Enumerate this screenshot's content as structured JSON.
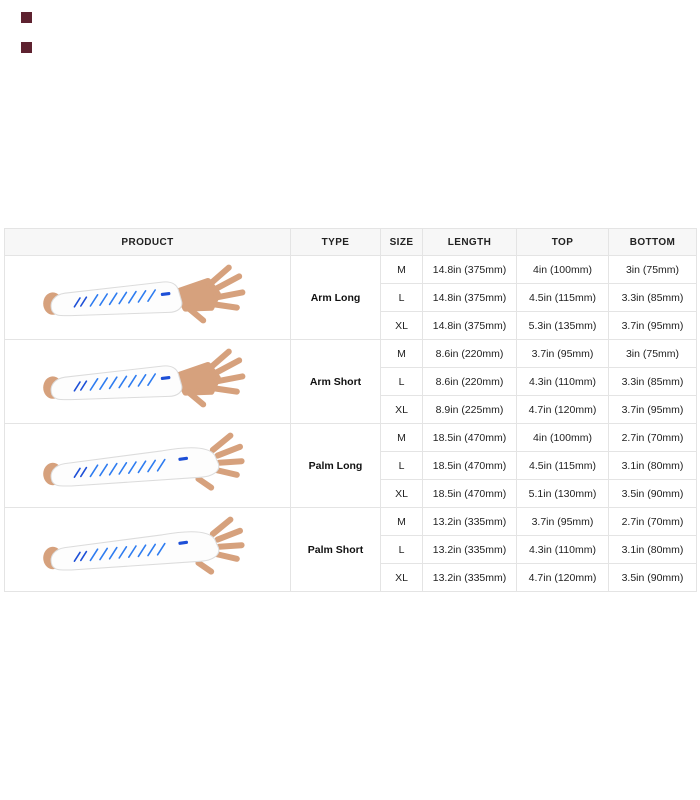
{
  "colors": {
    "stripe_accent": "#2e7cf0",
    "stripe_dark": "#1d4fd7",
    "header_background": "#f7f7f7",
    "table_border": "#e4e4e4",
    "skin_tone": "#d6a17d",
    "corner_marker": "#5e2230"
  },
  "table": {
    "headers": [
      "PRODUCT",
      "TYPE",
      "SIZE",
      "LENGTH",
      "TOP",
      "BOTTOM"
    ],
    "groups": [
      {
        "type": "Arm Long",
        "image": "arm-long-sleeve-image",
        "rows": [
          {
            "size": "M",
            "length": "14.8in (375mm)",
            "top": "4in (100mm)",
            "bottom": "3in (75mm)"
          },
          {
            "size": "L",
            "length": "14.8in (375mm)",
            "top": "4.5in (115mm)",
            "bottom": "3.3in (85mm)"
          },
          {
            "size": "XL",
            "length": "14.8in (375mm)",
            "top": "5.3in (135mm)",
            "bottom": "3.7in (95mm)"
          }
        ]
      },
      {
        "type": "Arm Short",
        "image": "arm-short-sleeve-image",
        "rows": [
          {
            "size": "M",
            "length": "8.6in (220mm)",
            "top": "3.7in (95mm)",
            "bottom": "3in (75mm)"
          },
          {
            "size": "L",
            "length": "8.6in (220mm)",
            "top": "4.3in (110mm)",
            "bottom": "3.3in (85mm)"
          },
          {
            "size": "XL",
            "length": "8.9in (225mm)",
            "top": "4.7in (120mm)",
            "bottom": "3.7in (95mm)"
          }
        ]
      },
      {
        "type": "Palm Long",
        "image": "palm-long-sleeve-image",
        "rows": [
          {
            "size": "M",
            "length": "18.5in (470mm)",
            "top": "4in (100mm)",
            "bottom": "2.7in (70mm)"
          },
          {
            "size": "L",
            "length": "18.5in (470mm)",
            "top": "4.5in (115mm)",
            "bottom": "3.1in (80mm)"
          },
          {
            "size": "XL",
            "length": "18.5in (470mm)",
            "top": "5.1in (130mm)",
            "bottom": "3.5in (90mm)"
          }
        ]
      },
      {
        "type": "Palm Short",
        "image": "palm-short-sleeve-image",
        "rows": [
          {
            "size": "M",
            "length": "13.2in (335mm)",
            "top": "3.7in (95mm)",
            "bottom": "2.7in (70mm)"
          },
          {
            "size": "L",
            "length": "13.2in (335mm)",
            "top": "4.3in (110mm)",
            "bottom": "3.1in (80mm)"
          },
          {
            "size": "XL",
            "length": "13.2in (335mm)",
            "top": "4.7in (120mm)",
            "bottom": "3.5in (90mm)"
          }
        ]
      }
    ]
  }
}
